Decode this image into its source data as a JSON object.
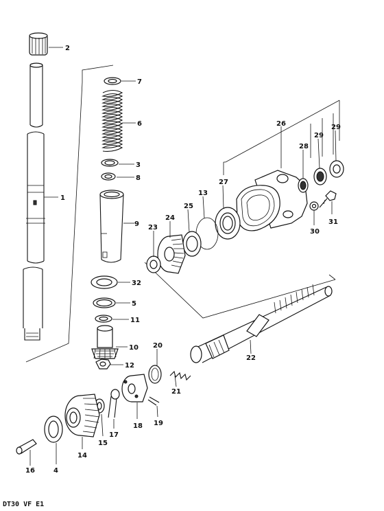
{
  "footer_code": "DT30 VF E1",
  "callouts": [
    {
      "id": "c1",
      "text": "1"
    },
    {
      "id": "c2",
      "text": "2"
    },
    {
      "id": "c3",
      "text": "3"
    },
    {
      "id": "c4",
      "text": "4"
    },
    {
      "id": "c5",
      "text": "5"
    },
    {
      "id": "c6",
      "text": "6"
    },
    {
      "id": "c7",
      "text": "7"
    },
    {
      "id": "c8",
      "text": "8"
    },
    {
      "id": "c9",
      "text": "9"
    },
    {
      "id": "c10",
      "text": "10"
    },
    {
      "id": "c11",
      "text": "11"
    },
    {
      "id": "c12",
      "text": "12"
    },
    {
      "id": "c13",
      "text": "13"
    },
    {
      "id": "c14",
      "text": "14"
    },
    {
      "id": "c15",
      "text": "15"
    },
    {
      "id": "c16",
      "text": "16"
    },
    {
      "id": "c17",
      "text": "17"
    },
    {
      "id": "c18",
      "text": "18"
    },
    {
      "id": "c19",
      "text": "19"
    },
    {
      "id": "c20",
      "text": "20"
    },
    {
      "id": "c21",
      "text": "21"
    },
    {
      "id": "c22",
      "text": "22"
    },
    {
      "id": "c23",
      "text": "23"
    },
    {
      "id": "c24",
      "text": "24"
    },
    {
      "id": "c25",
      "text": "25"
    },
    {
      "id": "c26",
      "text": "26"
    },
    {
      "id": "c27",
      "text": "27"
    },
    {
      "id": "c28",
      "text": "28"
    },
    {
      "id": "c29a",
      "text": "29"
    },
    {
      "id": "c29b",
      "text": "29"
    },
    {
      "id": "c30",
      "text": "30"
    },
    {
      "id": "c31",
      "text": "31"
    },
    {
      "id": "c32",
      "text": "32"
    }
  ]
}
